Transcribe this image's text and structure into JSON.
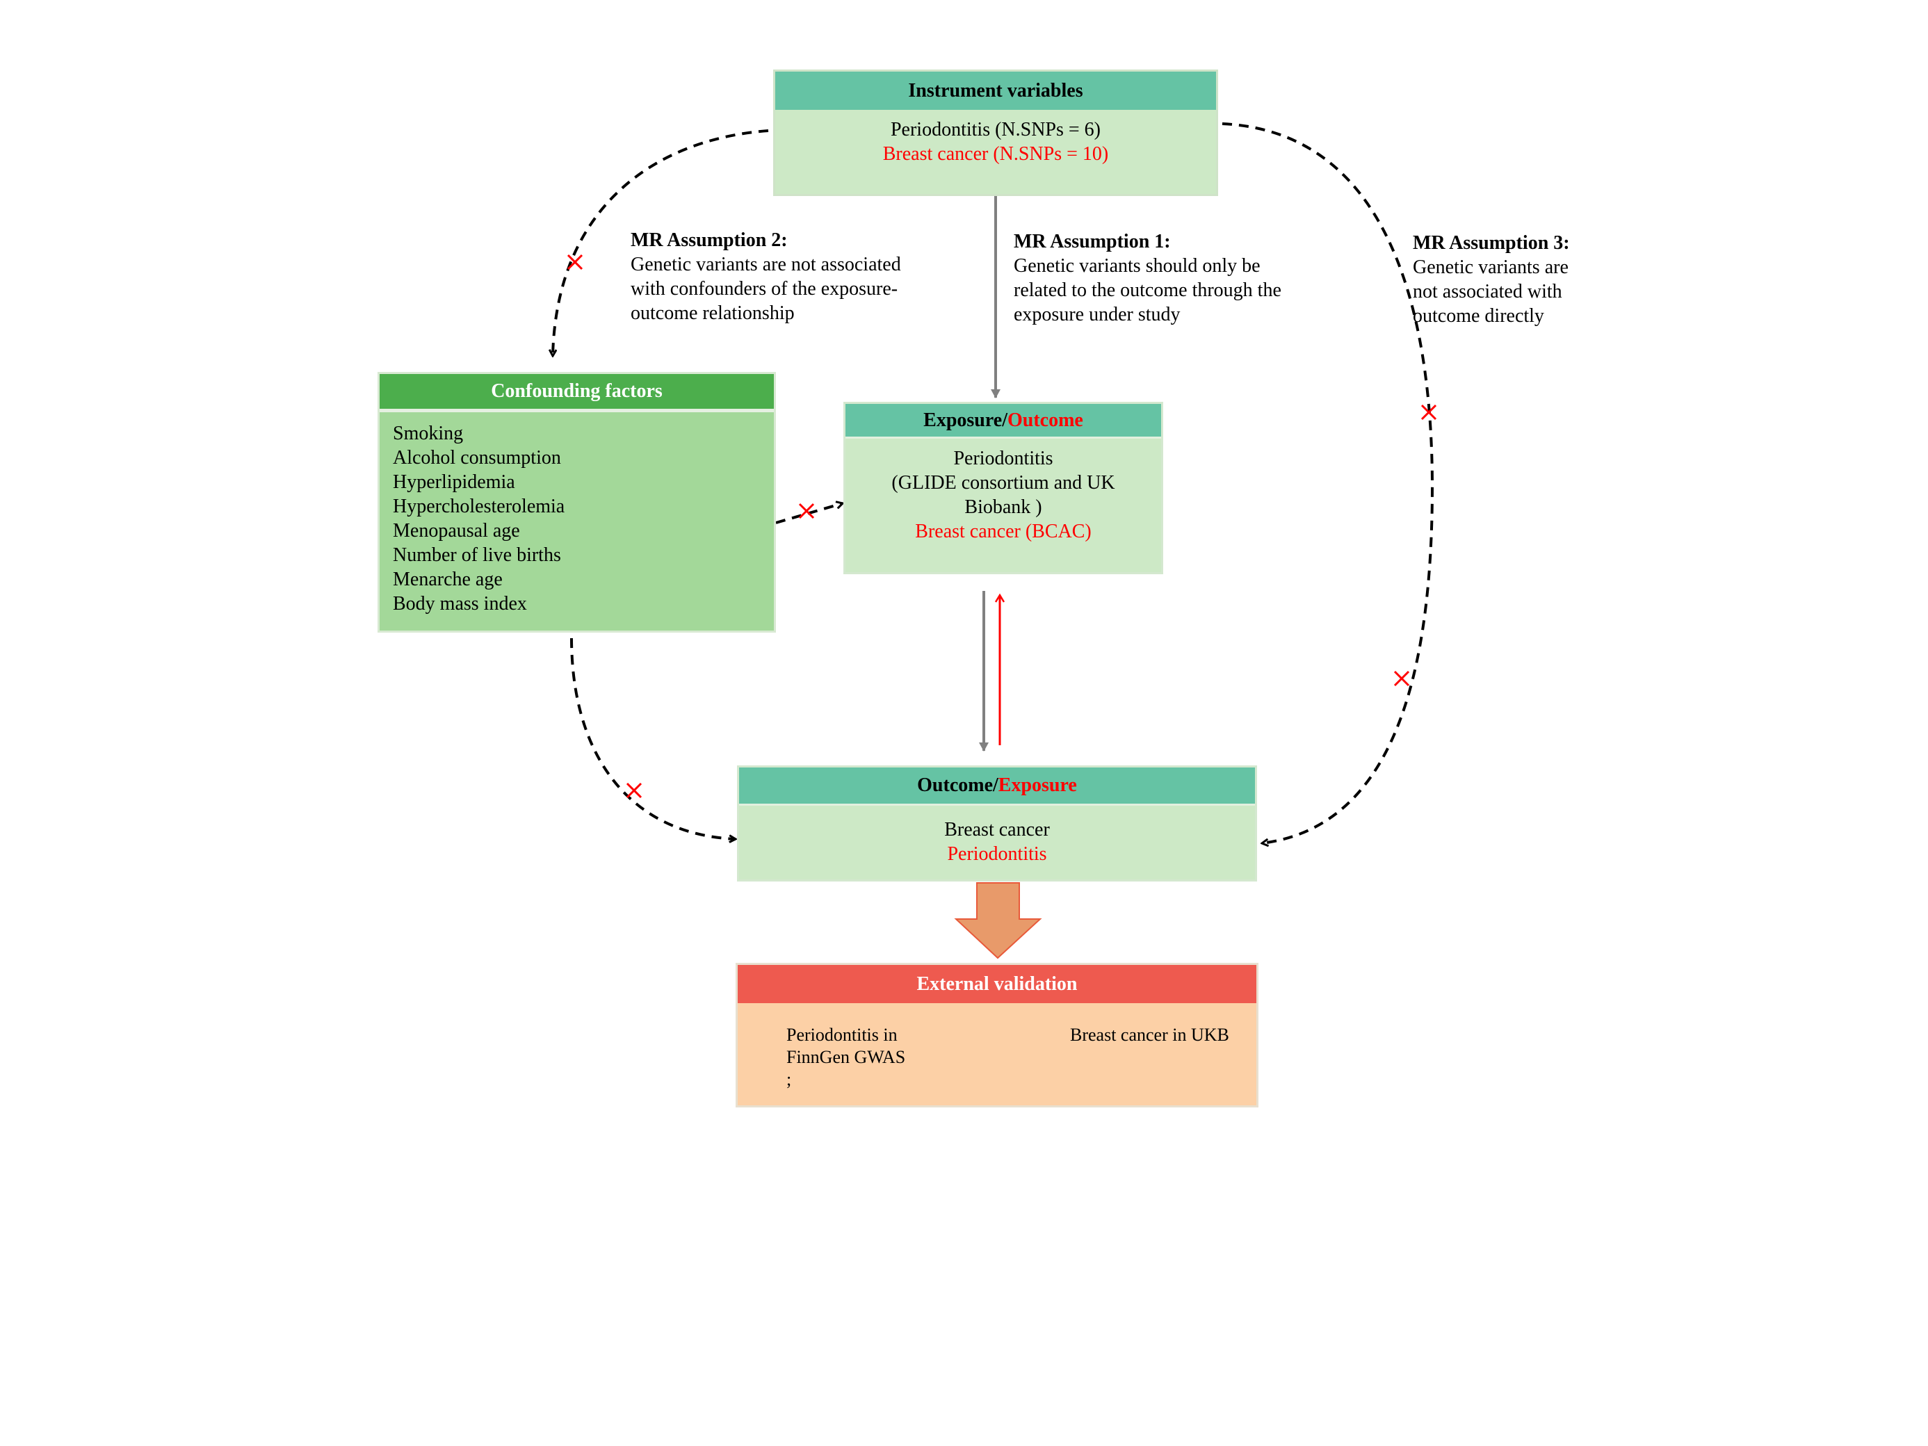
{
  "instrument_variables": {
    "title": "Instrument variables",
    "line1": "Periodontitis (N.SNPs = 6)",
    "line2": "Breast cancer  (N.SNPs = 10)"
  },
  "assumption2": {
    "title": "MR Assumption 2:",
    "lines": [
      "Genetic variants are not associated",
      "with confounders of the exposure-",
      "outcome relationship"
    ]
  },
  "assumption1": {
    "title": "MR Assumption 1:",
    "lines": [
      "Genetic variants should only be",
      "related to the outcome through the",
      "exposure under study"
    ]
  },
  "assumption3": {
    "title": "MR Assumption 3:",
    "lines": [
      "Genetic variants are",
      "not associated with",
      "outcome directly"
    ]
  },
  "confounding": {
    "title": "Confounding factors",
    "items": [
      "Smoking",
      "Alcohol consumption",
      "Hyperlipidemia",
      "Hypercholesterolemia",
      "Menopausal age",
      "Number of live births",
      "Menarche age",
      "Body mass index"
    ]
  },
  "exposure_outcome": {
    "title_a": "Exposure/",
    "title_b": "Outcome",
    "line1": "Periodontitis",
    "line2": "(GLIDE consortium and UK",
    "line3": "Biobank )",
    "line4": "Breast cancer (BCAC)"
  },
  "outcome_exposure": {
    "title_a": "Outcome/",
    "title_b": "Exposure",
    "line1": "Breast cancer",
    "line2": "Periodontitis"
  },
  "external_validation": {
    "title": "External validation",
    "left_lines": [
      "Periodontitis in",
      "FinnGen GWAS",
      ";"
    ],
    "right": "Breast cancer in UKB"
  },
  "colors": {
    "header_teal": "#65c3a4",
    "body_light_green": "#cde9c6",
    "confounding_header": "#4cae4c",
    "confounding_body": "#a3d899",
    "validation_header": "#ee5a4f",
    "validation_body": "#fcd0a6",
    "big_arrow": "#e89a6a",
    "red": "#ff0000",
    "grey_arrow": "#808080"
  }
}
